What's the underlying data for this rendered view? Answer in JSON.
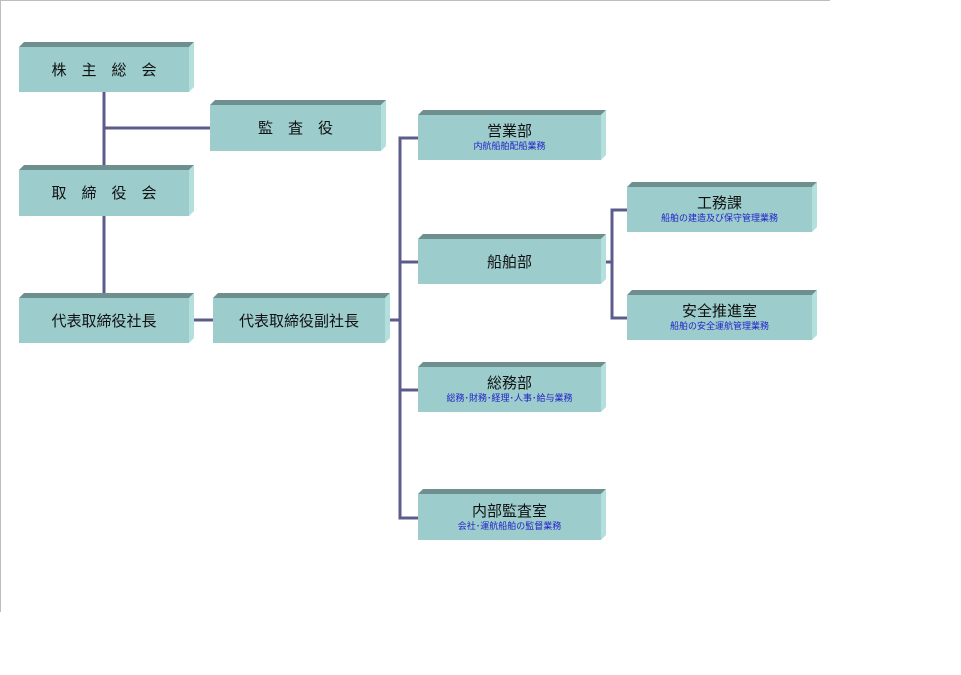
{
  "chart": {
    "shareholders": {
      "title": "株　主　総　会"
    },
    "auditor": {
      "title": "監　査　役"
    },
    "board": {
      "title": "取　締　役　会"
    },
    "president": {
      "title": "代表取締役社長"
    },
    "vice_president": {
      "title": "代表取締役副社長"
    },
    "sales_dept": {
      "title": "営業部",
      "subtitle": "内航船舶配船業務"
    },
    "ship_dept": {
      "title": "船舶部"
    },
    "engineering_section": {
      "title": "工務課",
      "subtitle": "船舶の建造及び保守管理業務"
    },
    "safety_office": {
      "title": "安全推進室",
      "subtitle": "船舶の安全運航管理業務"
    },
    "general_affairs_dept": {
      "title": "総務部",
      "subtitle": "総務･財務･経理･人事･給与業務"
    },
    "internal_audit_office": {
      "title": "内部監査室",
      "subtitle": "会社･運航船舶の監督業務"
    }
  },
  "colors": {
    "box_face": "#9ccccc",
    "box_top": "#6f8f8e",
    "box_side": "#b3dfdd",
    "connector": "#5c5c8c",
    "subtitle_text": "#2323c8"
  }
}
